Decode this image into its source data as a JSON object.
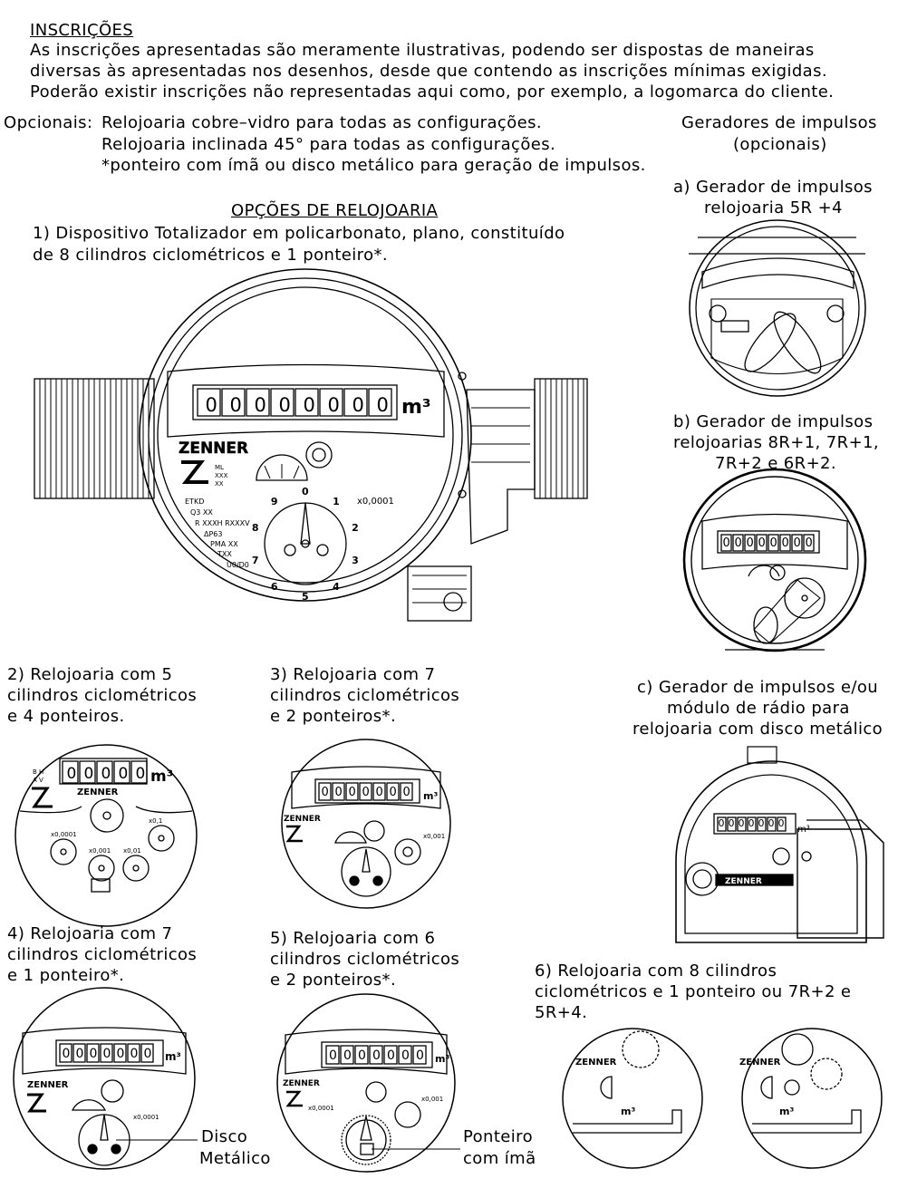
{
  "header": {
    "title": "INSCRIÇÕES",
    "lines": [
      "As inscrições apresentadas são meramente ilustrativas, podendo ser dispostas de maneiras",
      "diversas às apresentadas nos desenhos, desde que contendo as inscrições mínimas exigidas.",
      "Poderão existir inscrições não representadas aqui como, por exemplo, a logomarca do cliente."
    ]
  },
  "optional": {
    "label": "Opcionais:",
    "lines": [
      "Relojoaria cobre–vidro para todas as configurações.",
      "Relojoaria inclinada 45° para todas as configurações.",
      "*ponteiro com ímã ou disco metálico para geração de impulsos."
    ]
  },
  "impulse": {
    "title1": "Geradores de impulsos",
    "title2": "(opcionais)",
    "a1": "a) Gerador de impulsos",
    "a2": "relojoaria 5R +4",
    "b1": "b) Gerador de impulsos",
    "b2": "relojoarias 8R+1, 7R+1,",
    "b3": "7R+2 e 6R+2.",
    "c1": "c) Gerador de impulsos e/ou",
    "c2": "módulo de rádio para",
    "c3": "relojoaria com disco metálico"
  },
  "options": {
    "title": "OPÇÕES DE RELOJOARIA",
    "o1_1": "1) Dispositivo Totalizador em policarbonato, plano, constituído",
    "o1_2": "de 8  cilindros ciclométricos e 1 ponteiro*.",
    "o2_1": "2) Relojoaria com 5",
    "o2_2": "cilindros ciclométricos",
    "o2_3": "e 4 ponteiros.",
    "o3_1": "3) Relojoaria com 7",
    "o3_2": "cilindros ciclométricos",
    "o3_3": "e 2 ponteiros*.",
    "o4_1": "4) Relojoaria com 7",
    "o4_2": "cilindros ciclométricos",
    "o4_3": "e 1 ponteiro*.",
    "o5_1": "5) Relojoaria com 6",
    "o5_2": "cilindros ciclométricos",
    "o5_3": "e 2 ponteiros*.",
    "o6_1": "6)   Relojoaria   com   8   cilindros",
    "o6_2": "ciclométricos e 1 ponteiro ou 7R+2 e",
    "o6_3": "5R+4."
  },
  "callouts": {
    "disco1": "Disco",
    "disco2": "Metálico",
    "ponteiro1": "Ponteiro",
    "ponteiro2": "com ímã"
  },
  "dial": {
    "brand": "ZENNER",
    "multiplier": "x0,0001",
    "unit": "m³",
    "digits": "00000",
    "mini_mult": "x0,001",
    "specs": [
      "ETKD",
      "Q3 XX",
      "R XXXH RXXXV",
      "ΔP63",
      "PMA XX",
      "TXX",
      "U0/D0"
    ],
    "ml": [
      "ML",
      "XXX",
      "XX"
    ],
    "numbers": [
      "0",
      "1",
      "2",
      "3",
      "4",
      "5",
      "6",
      "7",
      "8",
      "9"
    ],
    "small_mults": [
      "x0,0001",
      "x0,001",
      "x0,01",
      "x0,1"
    ],
    "bh": "B H",
    "av": "A V"
  }
}
